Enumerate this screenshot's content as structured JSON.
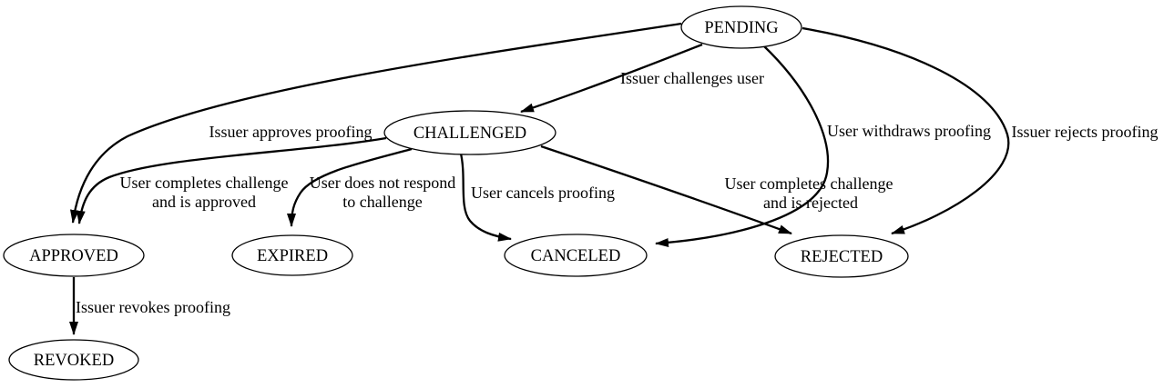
{
  "diagram_type": "state-transition-graph",
  "colors": {
    "background": "#ffffff",
    "node_fill": "#ffffff",
    "node_stroke": "#000000",
    "edge_stroke": "#000000",
    "text": "#000000"
  },
  "nodes": [
    {
      "id": "pending",
      "label": "PENDING"
    },
    {
      "id": "challenged",
      "label": "CHALLENGED"
    },
    {
      "id": "approved",
      "label": "APPROVED"
    },
    {
      "id": "expired",
      "label": "EXPIRED"
    },
    {
      "id": "canceled",
      "label": "CANCELED"
    },
    {
      "id": "rejected",
      "label": "REJECTED"
    },
    {
      "id": "revoked",
      "label": "REVOKED"
    }
  ],
  "edges": [
    {
      "from": "pending",
      "to": "challenged",
      "label_lines": [
        "Issuer challenges user"
      ]
    },
    {
      "from": "pending",
      "to": "approved",
      "label_lines": [
        "Issuer approves proofing"
      ]
    },
    {
      "from": "pending",
      "to": "canceled",
      "label_lines": [
        "User withdraws proofing"
      ]
    },
    {
      "from": "pending",
      "to": "rejected",
      "label_lines": [
        "Issuer rejects proofing"
      ]
    },
    {
      "from": "challenged",
      "to": "approved",
      "label_lines": [
        "User completes challenge",
        "and is approved"
      ]
    },
    {
      "from": "challenged",
      "to": "expired",
      "label_lines": [
        "User does not respond",
        "to challenge"
      ]
    },
    {
      "from": "challenged",
      "to": "canceled",
      "label_lines": [
        "User cancels proofing"
      ]
    },
    {
      "from": "challenged",
      "to": "rejected",
      "label_lines": [
        "User completes challenge",
        "and is rejected"
      ]
    },
    {
      "from": "approved",
      "to": "revoked",
      "label_lines": [
        "Issuer revokes proofing"
      ]
    }
  ]
}
